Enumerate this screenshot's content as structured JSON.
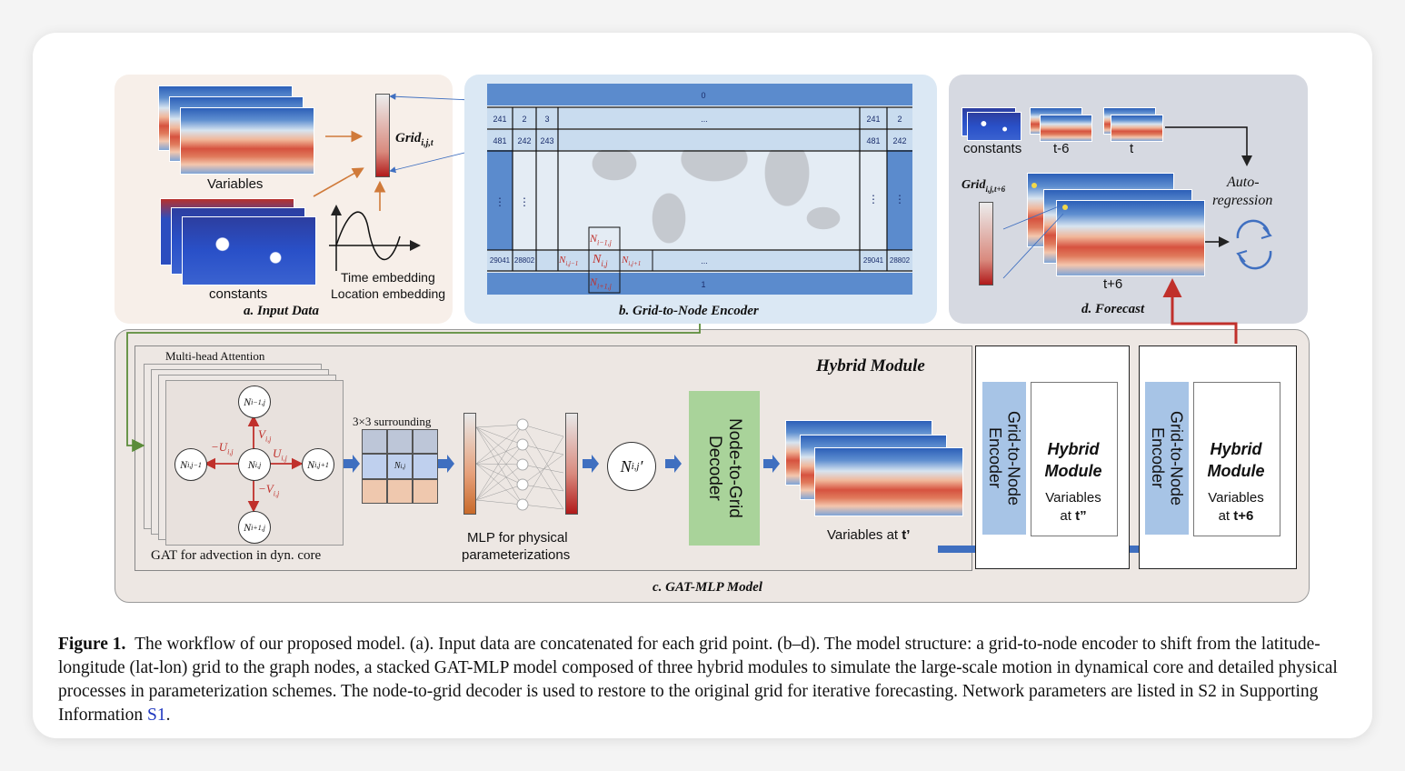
{
  "panels": {
    "a": {
      "caption": "a. Input Data",
      "variables": "Variables",
      "constants": "constants",
      "grid_symbol": "Grid",
      "grid_sub": "i,j,t",
      "time_embedding": "Time embedding",
      "location_embedding": "Location embedding"
    },
    "b": {
      "caption": "b. Grid-to-Node Encoder",
      "top_index": "0",
      "bottom_index": "1",
      "row1": [
        "241",
        "2",
        "3",
        "...",
        "241",
        "2"
      ],
      "row2": [
        "481",
        "242",
        "243",
        "481",
        "242"
      ],
      "vdots": "⋮",
      "row_last": [
        "29041",
        "28802",
        "...",
        "29041",
        "28802"
      ],
      "n_top": "N",
      "n_top_sub": "i−1,j",
      "n_left": "N",
      "n_left_sub": "i,j−1",
      "n_center": "N",
      "n_center_sub": "i,j",
      "n_right": "N",
      "n_right_sub": "i,j+1",
      "n_bottom": "N",
      "n_bottom_sub": "i+1,j"
    },
    "d": {
      "caption": "d. Forecast",
      "constants": "constants",
      "t_minus_6": "t-6",
      "t": "t",
      "grid_symbol": "Grid",
      "grid_sub": "i,j,t+6",
      "auto_regression_1": "Auto-",
      "auto_regression_2": "regression",
      "t_plus_6": "t+6"
    },
    "c": {
      "caption": "c. GAT-MLP Model",
      "hybrid_title": "Hybrid Module",
      "multi_head": "Multi-head Attention",
      "gat_label": "GAT for advection in dyn. core",
      "surrounding": "3×3 surrounding",
      "mlp_label_1": "MLP for physical",
      "mlp_label_2": "parameterizations",
      "node_prime": "N",
      "node_prime_sub": "i,j",
      "node_prime_mark": "′",
      "decoder": "Node-to-Grid Decoder",
      "variables_at_prefix": "Variables at ",
      "variables_at_var": "t’",
      "labels": {
        "v_up": "V",
        "v_up_sub": "i,j",
        "u_right": "U",
        "u_right_sub": "i,j",
        "u_left": "−U",
        "u_left_sub": "i,j",
        "v_down": "−V",
        "v_down_sub": "i,j"
      },
      "nodes": {
        "top": "N",
        "top_sub": "i−1,j",
        "left": "N",
        "left_sub": "i,j−1",
        "center": "N",
        "center_sub": "i,j",
        "right": "N",
        "right_sub": "i,j+1",
        "bottom": "N",
        "bottom_sub": "i+1,j",
        "tilde": "N",
        "tilde_sub": "i,j"
      },
      "stage2": {
        "encoder": "Grid-to-Node Encoder",
        "title_1": "Hybrid",
        "title_2": "Module",
        "vars": "Variables",
        "at": "at ",
        "time": "t”"
      },
      "stage3": {
        "encoder": "Grid-to-Node Encoder",
        "title_1": "Hybrid",
        "title_2": "Module",
        "vars": "Variables",
        "at": "at ",
        "time": "t+6"
      }
    }
  },
  "figure_caption": {
    "label": "Figure 1.",
    "text": "The workflow of our proposed model. (a). Input data are concatenated for each grid point. (b–d). The model structure: a grid-to-node encoder to shift from the latitude-longitude (lat-lon) grid to the graph nodes, a stacked GAT-MLP model composed of three hybrid modules to simulate the large-scale motion in dynamical core and detailed physical processes in parameterization schemes. The node-to-grid decoder is used to restore to the original grid for iterative forecasting. Network parameters are listed in S2 in Supporting Information ",
    "link": "S1",
    "end": "."
  },
  "colors": {
    "arrow_blue": "#3f6fc0",
    "arrow_red": "#c0302b",
    "arrow_orange": "#d07a3a",
    "arrow_green": "#5b8c3a",
    "decoder_green": "#a9d39a",
    "encoder_blue": "#a7c4e6"
  }
}
